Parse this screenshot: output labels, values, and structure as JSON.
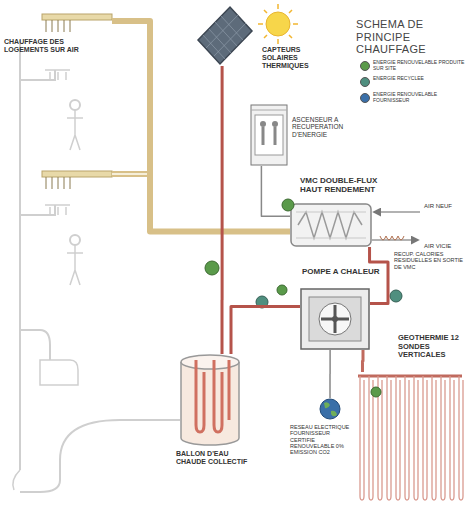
{
  "diagram": {
    "title": "SCHEMA DE PRINCIPE CHAUFFAGE",
    "nodes": [
      {
        "text": [
          "CHAUFFAGE DES LOGEMENTS SUR AIR"
        ]
      },
      {
        "text": [
          "CAPTEURS SOLAIRES THERMIQUES"
        ]
      },
      {
        "text": [
          "ASCENSEUR A RECUPERATION D'ENERGIE"
        ]
      },
      {
        "text": [
          "VMC DOUBLE-FLUX HAUT RENDEMENT"
        ]
      },
      {
        "text": [
          "POMPE A CHALEUR"
        ]
      },
      {
        "text": [
          "GEOTHERMIE 12 SONDES VERTICALES"
        ]
      },
      {
        "text": [
          "RESEAU ELECTRIQUE FOURNISSEUR CERTIFIE RENOUVELABLE 0% EMISSION CO2"
        ]
      },
      {
        "text": [
          "BALLON D'EAU CHAUDE COLLECTIF"
        ]
      }
    ],
    "edges": [
      {
        "from": 3,
        "to": 0,
        "arrow": "none"
      },
      {
        "from": 1,
        "to": 7,
        "arrow": "none"
      },
      {
        "from": 2,
        "to": 3,
        "arrow": "none"
      },
      {
        "from": 3,
        "to": 4,
        "arrow": "none"
      },
      {
        "from": 4,
        "to": 7,
        "arrow": "none"
      },
      {
        "from": 5,
        "to": 4,
        "arrow": "none"
      },
      {
        "from": 6,
        "to": 4,
        "arrow": "none"
      }
    ],
    "labels": [
      "AIR NEUF",
      "AIR VICIE",
      "RECUP. CALORIES RESIDUELLES EN SORTIE DE VMC"
    ],
    "legend": [
      {
        "text": "ENERGIE RENOUVELABLE PRODUITE SUR SITE",
        "color": "#5a9a4a"
      },
      {
        "text": "ENERGIE RECYCLEE",
        "color": "#4f8f7f"
      },
      {
        "text": "ENERGIE RENOUVELABLE FOURNISSEUR",
        "color": "#3a6fa8"
      }
    ]
  }
}
